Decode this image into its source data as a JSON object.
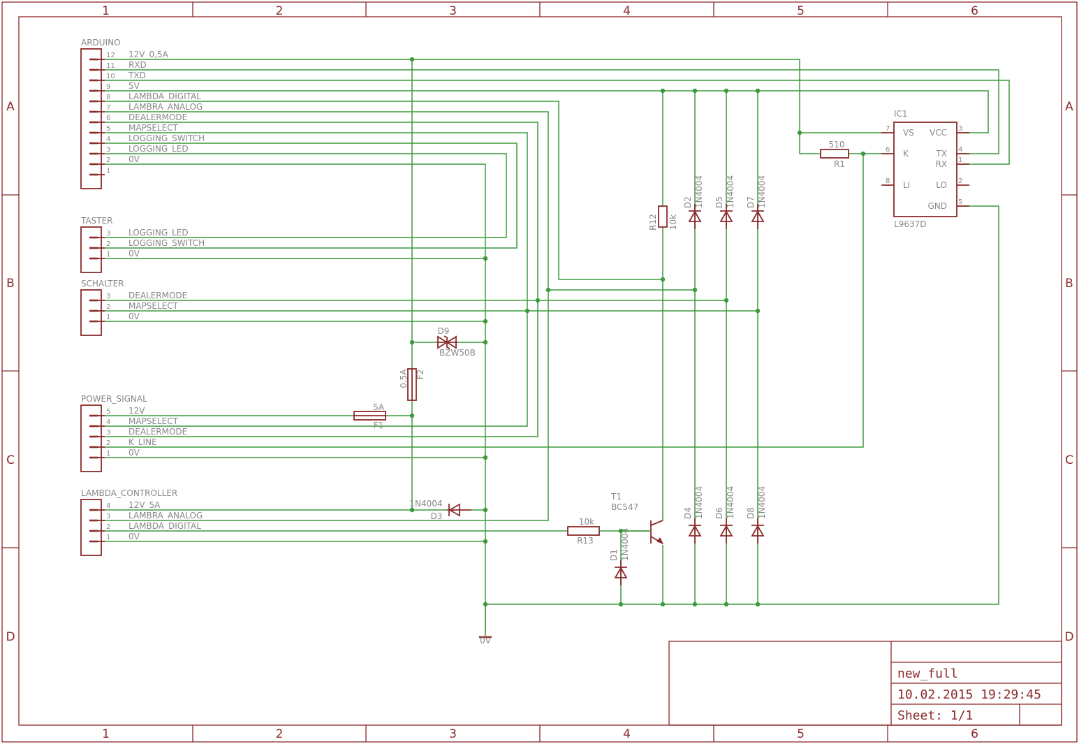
{
  "frame": {
    "columns": [
      "1",
      "2",
      "3",
      "4",
      "5",
      "6"
    ],
    "rows": [
      "A",
      "B",
      "C",
      "D"
    ]
  },
  "title_block": {
    "name": "new_full",
    "datetime": "10.02.2015 19:29:45",
    "sheet": "Sheet: 1/1"
  },
  "connectors": {
    "arduino": {
      "name": "ARDUINO",
      "pins": [
        {
          "num": "12",
          "signal": "12V_0,5A"
        },
        {
          "num": "11",
          "signal": "RXD"
        },
        {
          "num": "10",
          "signal": "TXD"
        },
        {
          "num": "9",
          "signal": "5V"
        },
        {
          "num": "8",
          "signal": "LAMBDA_DIGITAL"
        },
        {
          "num": "7",
          "signal": "LAMBRA_ANALOG"
        },
        {
          "num": "6",
          "signal": "DEALERMODE"
        },
        {
          "num": "5",
          "signal": "MAPSELECT"
        },
        {
          "num": "4",
          "signal": "LOGGING_SWITCH"
        },
        {
          "num": "3",
          "signal": "LOGGING_LED"
        },
        {
          "num": "2",
          "signal": "0V"
        },
        {
          "num": "1",
          "signal": ""
        }
      ]
    },
    "taster": {
      "name": "TASTER",
      "pins": [
        {
          "num": "3",
          "signal": "LOGGING_LED"
        },
        {
          "num": "2",
          "signal": "LOGGING_SWITCH"
        },
        {
          "num": "1",
          "signal": "0V"
        }
      ]
    },
    "schalter": {
      "name": "SCHALTER",
      "pins": [
        {
          "num": "3",
          "signal": "DEALERMODE"
        },
        {
          "num": "2",
          "signal": "MAPSELECT"
        },
        {
          "num": "1",
          "signal": "0V"
        }
      ]
    },
    "power_signal": {
      "name": "POWER_SIGNAL",
      "pins": [
        {
          "num": "5",
          "signal": "12V"
        },
        {
          "num": "4",
          "signal": "MAPSELECT"
        },
        {
          "num": "3",
          "signal": "DEALERMODE"
        },
        {
          "num": "2",
          "signal": "K_LINE"
        },
        {
          "num": "1",
          "signal": "0V"
        }
      ]
    },
    "lambda_controller": {
      "name": "LAMBDA_CONTROLLER",
      "pins": [
        {
          "num": "4",
          "signal": "12V_5A"
        },
        {
          "num": "3",
          "signal": "LAMBRA_ANALOG"
        },
        {
          "num": "2",
          "signal": "LAMBDA_DIGITAL"
        },
        {
          "num": "1",
          "signal": "0V"
        }
      ]
    }
  },
  "components": {
    "ic1": {
      "ref": "IC1",
      "value": "L9637D",
      "pins": {
        "vs": {
          "num": "7",
          "name": "VS"
        },
        "k": {
          "num": "6",
          "name": "K"
        },
        "li": {
          "num": "8",
          "name": "LI"
        },
        "vcc": {
          "num": "3",
          "name": "VCC"
        },
        "tx": {
          "num": "4",
          "name": "TX"
        },
        "rx": {
          "num": "1",
          "name": "RX"
        },
        "lo": {
          "num": "2",
          "name": "LO"
        },
        "gnd": {
          "num": "5",
          "name": "GND"
        }
      }
    },
    "r1": {
      "ref": "R1",
      "value": "510"
    },
    "r12": {
      "ref": "R12",
      "value": "10k"
    },
    "r13": {
      "ref": "R13",
      "value": "10k"
    },
    "f1": {
      "ref": "F1",
      "value": "5A"
    },
    "f2": {
      "ref": "F2",
      "value": "0,5A"
    },
    "d9": {
      "ref": "D9",
      "value": "BZW50B"
    },
    "d3": {
      "ref": "D3",
      "value": "1N4004"
    },
    "t1": {
      "ref": "T1",
      "value": "BC547"
    },
    "d1": {
      "ref": "D1",
      "value": "1N4004"
    },
    "d2": {
      "ref": "D2",
      "value": "1N4004"
    },
    "d5": {
      "ref": "D5",
      "value": "1N4004"
    },
    "d7": {
      "ref": "D7",
      "value": "1N4004"
    },
    "d4": {
      "ref": "D4",
      "value": "1N4004"
    },
    "d6": {
      "ref": "D6",
      "value": "1N4004"
    },
    "d8": {
      "ref": "D8",
      "value": "1N4004"
    },
    "gnd": {
      "label": "0V"
    }
  },
  "colors": {
    "frame": "#8b2a2a",
    "wire": "#3c9a3c",
    "label": "#888888"
  }
}
